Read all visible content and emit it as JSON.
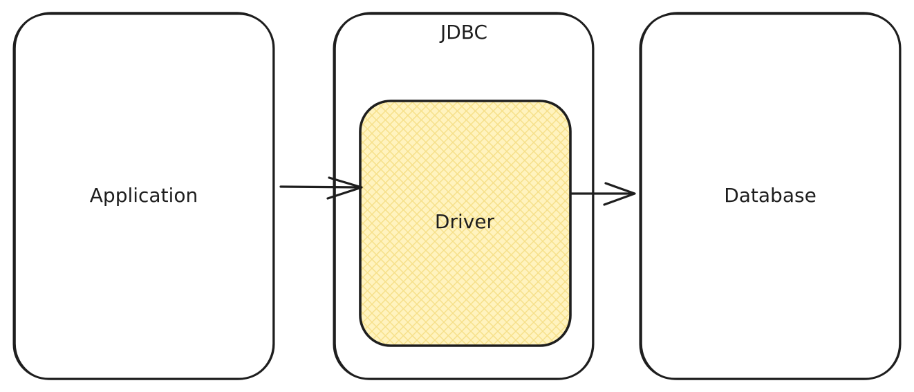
{
  "diagram": {
    "application": {
      "label": "Application"
    },
    "jdbc": {
      "label": "JDBC"
    },
    "driver": {
      "label": "Driver"
    },
    "database": {
      "label": "Database"
    }
  },
  "colors": {
    "stroke": "#1e1e1e",
    "driver_fill": "#fff3bf",
    "driver_hatch": "#f6e08a",
    "background": "#ffffff"
  }
}
